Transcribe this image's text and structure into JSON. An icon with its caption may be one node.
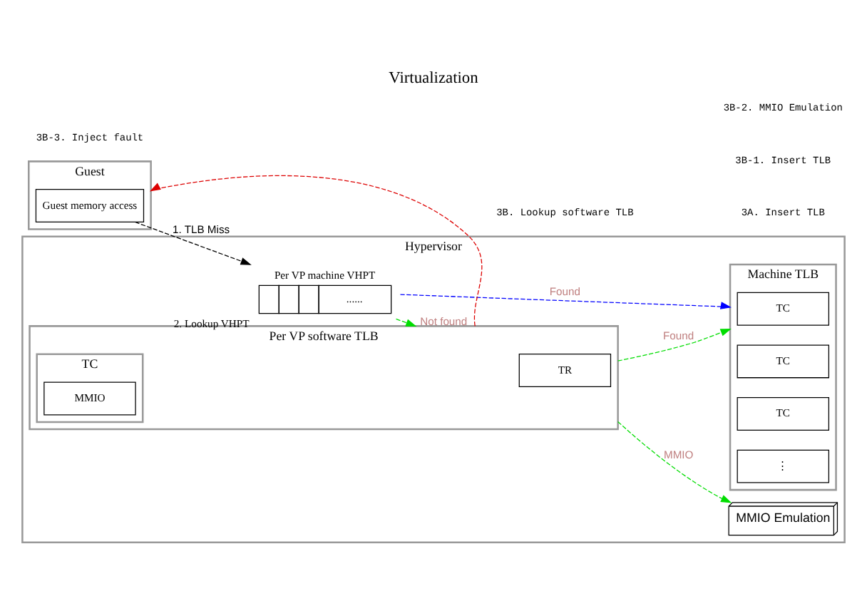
{
  "diagram": {
    "title": "Virtualization",
    "nodes": [
      {
        "text": [
          "Guest"
        ]
      },
      {
        "text": [
          "Guest memory access"
        ],
        "in": 0
      },
      {
        "text": [
          "Hypervisor"
        ]
      },
      {
        "text": [
          "Per VP machine VHPT",
          "......"
        ],
        "beside": [
          "2. Lookup VHPT"
        ],
        "in": 2
      },
      {
        "text": [
          "Machine TLB"
        ],
        "in": 2
      },
      {
        "text": [
          "TC"
        ],
        "in": 4
      },
      {
        "text": [
          "TC"
        ],
        "in": 4
      },
      {
        "text": [
          "TC"
        ],
        "in": 4
      },
      {
        "text": [
          "⋮"
        ],
        "in": 4
      },
      {
        "text": [
          "Per VP software TLB"
        ],
        "in": 2
      },
      {
        "text": [
          "TR"
        ],
        "in": 9
      },
      {
        "text": [
          "TC"
        ],
        "in": 9
      },
      {
        "text": [
          "MMIO"
        ],
        "in": 11
      },
      {
        "text": [
          "MMIO Emulation"
        ],
        "in": 2
      }
    ],
    "edges": [
      {
        "from": 1,
        "to": 3,
        "arrow": "to",
        "label": "1. TLB Miss",
        "style": "dashed",
        "color": "#000000"
      },
      {
        "from": 3,
        "to": 4,
        "arrow": "to",
        "label": "Found",
        "style": "dashed",
        "color": "#0000ff"
      },
      {
        "from": 3,
        "to": 9,
        "arrow": "to",
        "label": "Not found",
        "style": "dashed",
        "color": "#00dd00"
      },
      {
        "from": 9,
        "to": 4,
        "arrow": "to",
        "label": "Found",
        "style": "dashed",
        "color": "#00dd00"
      },
      {
        "from": 9,
        "to": 13,
        "arrow": "to",
        "label": "MMIO",
        "style": "dashed",
        "color": "#00dd00"
      },
      {
        "from": 9,
        "to": 0,
        "arrow": "to",
        "style": "dashed",
        "color": "#dd0000"
      }
    ],
    "labels": [
      "3A. Insert TLB",
      "3B. Lookup software TLB",
      "3B-1. Insert TLB",
      "3B-2. MMIO Emulation",
      "3B-3. Inject fault"
    ]
  }
}
